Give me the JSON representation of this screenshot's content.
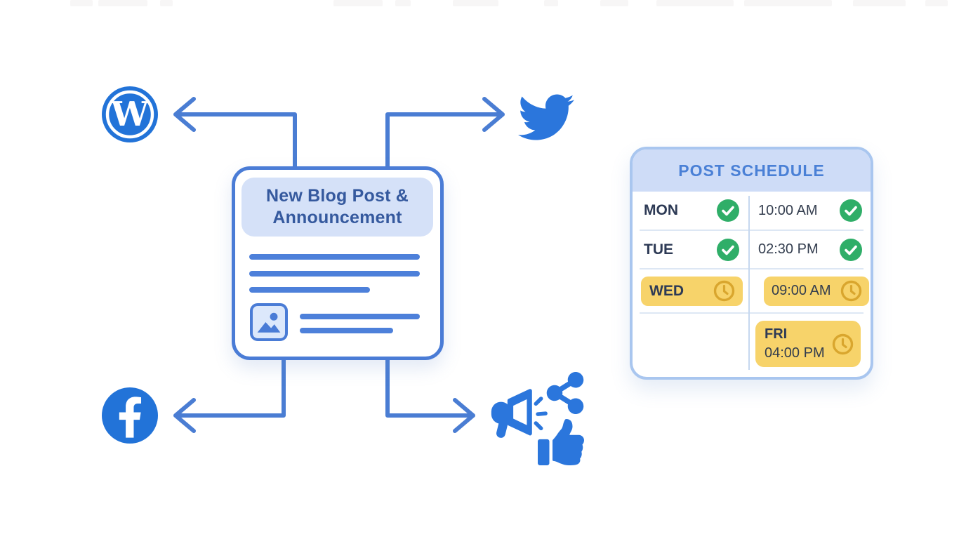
{
  "colors": {
    "accent_blue": "#4a7dd3",
    "brand_blue": "#2b74da",
    "card_border_blue": "#4a7cd6",
    "title_bg_blue": "#d5e1f8",
    "title_text_blue": "#35599e",
    "panel_border_blue": "#a9c6ef",
    "panel_header_bg": "#cedcf7",
    "panel_title_blue": "#4a80d6",
    "dark_text": "#2d3a55",
    "success_green": "#2fae68",
    "pending_yellow": "#f7d36a",
    "clock_amber": "#d9a62e"
  },
  "diagram": {
    "card": {
      "title": "New Blog Post & Announcement"
    },
    "platform_icons": [
      {
        "name": "wordpress"
      },
      {
        "name": "twitter"
      },
      {
        "name": "facebook"
      },
      {
        "name": "promotion-megaphone-share-thumbsup"
      }
    ]
  },
  "schedule": {
    "title": "POST SCHEDULE",
    "rows": [
      {
        "day": "MON",
        "day_status": "posted",
        "time": "10:00 AM",
        "time_status": "posted"
      },
      {
        "day": "TUE",
        "day_status": "posted",
        "time": "02:30 PM",
        "time_status": "posted"
      },
      {
        "day": "WED",
        "day_status": "scheduled",
        "time": "09:00 AM",
        "time_status": "scheduled"
      },
      {
        "day": "",
        "day_status": "none",
        "entry_day": "FRI",
        "time": "04:00 PM",
        "time_status": "scheduled"
      }
    ]
  }
}
